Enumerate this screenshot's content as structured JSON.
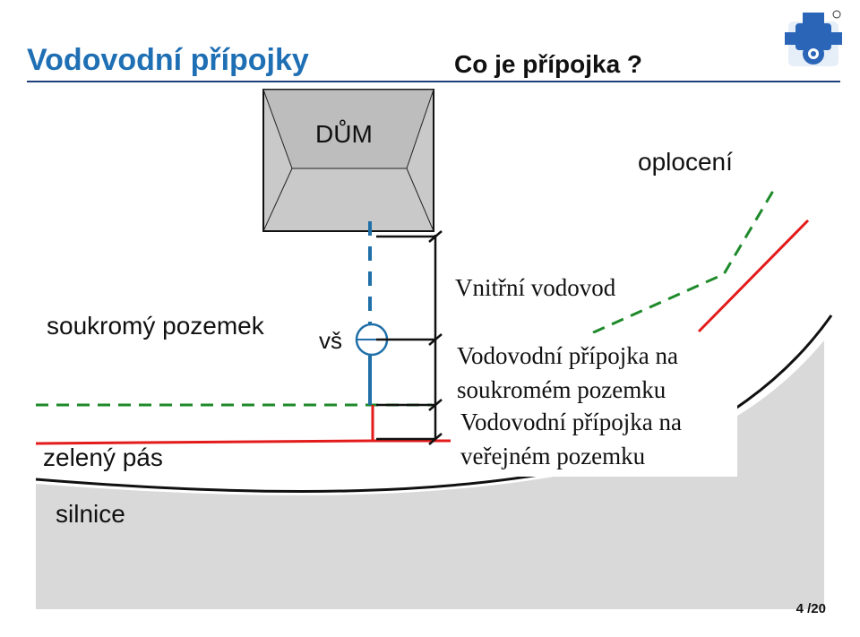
{
  "header": {
    "title": "Vodovodní přípojky",
    "subtitle": "Co je přípojka ?"
  },
  "diagram": {
    "house_label": "DŮM",
    "fence_label": "oplocení",
    "private_land_label": "soukromý pozemek",
    "meter_shaft_label": "vš",
    "green_strip_label": "zelený pás",
    "road_label": "silnice",
    "callouts": {
      "internal": "Vnitřní vodovod",
      "private_line1": "Vodovodní přípojka na",
      "private_line2": "soukromém pozemku",
      "public_line1": "Vodovodní přípojka na",
      "public_line2": "veřejném pozemku"
    },
    "colors": {
      "red_line": "#e31b1b",
      "green_dashed": "#1e8a2a",
      "blue_pipe": "#1f6fa8",
      "road_fill": "#d9d9d9",
      "house_fill": "#c9c9c9"
    }
  },
  "footer": {
    "page": "4 /20"
  }
}
